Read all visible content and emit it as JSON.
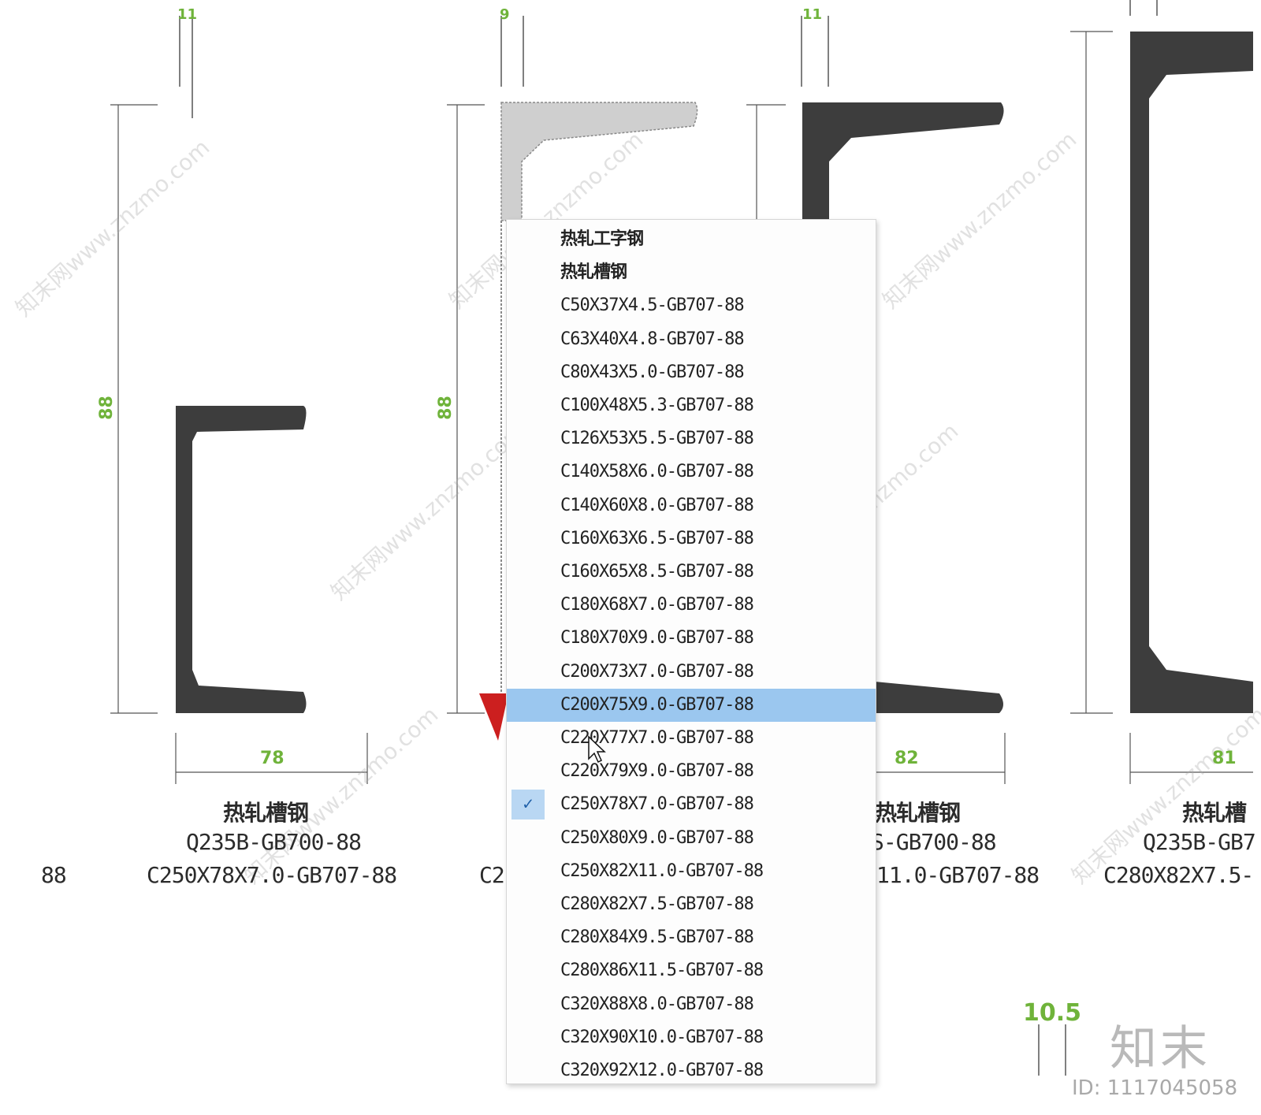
{
  "drawing": {
    "profiles": [
      {
        "dims": {
          "top": "11",
          "height": "88",
          "width": "78"
        },
        "labels": [
          "热轧槽钢",
          "Q235B-GB700-88",
          "C250X78X7.0-GB707-88"
        ]
      },
      {
        "dims": {
          "top": "9",
          "height": "88",
          "width": ""
        },
        "labels": [
          "",
          "",
          "C2"
        ]
      },
      {
        "dims": {
          "top": "11",
          "height": "",
          "width": "82"
        },
        "labels": [
          "热轧槽钢",
          "S-GB700-88",
          "11.0-GB707-88"
        ]
      },
      {
        "dims": {
          "top": "",
          "height": "",
          "width": "81"
        },
        "labels": [
          "热轧槽",
          "Q235B-GB7",
          "C280X82X7.5-"
        ]
      }
    ],
    "left_fragment": "88",
    "corner_dim": "10.5"
  },
  "dropdown": {
    "items": [
      "热轧工字钢",
      "热轧槽钢",
      "C50X37X4.5-GB707-88",
      "C63X40X4.8-GB707-88",
      "C80X43X5.0-GB707-88",
      "C100X48X5.3-GB707-88",
      "C126X53X5.5-GB707-88",
      "C140X58X6.0-GB707-88",
      "C140X60X8.0-GB707-88",
      "C160X63X6.5-GB707-88",
      "C160X65X8.5-GB707-88",
      "C180X68X7.0-GB707-88",
      "C180X70X9.0-GB707-88",
      "C200X73X7.0-GB707-88",
      "C200X75X9.0-GB707-88",
      "C220X77X7.0-GB707-88",
      "C220X79X9.0-GB707-88",
      "C250X78X7.0-GB707-88",
      "C250X80X9.0-GB707-88",
      "C250X82X11.0-GB707-88",
      "C280X82X7.5-GB707-88",
      "C280X84X9.5-GB707-88",
      "C280X86X11.5-GB707-88",
      "C320X88X8.0-GB707-88",
      "C320X90X10.0-GB707-88",
      "C320X92X12.0-GB707-88"
    ],
    "hover_index": 14,
    "checked_index": 17
  },
  "branding": {
    "logo_text": "知末",
    "image_id": "ID: 1117045058"
  },
  "watermark": {
    "text": "知末网www.znzmo.com"
  },
  "colors": {
    "profile_fill": "#3d3d3d",
    "dimension_text": "#6fb33a",
    "menu_hover": "#9bc7ef",
    "menu_check_bg": "#b9d7f3",
    "marker_red": "#cc1f1f"
  }
}
